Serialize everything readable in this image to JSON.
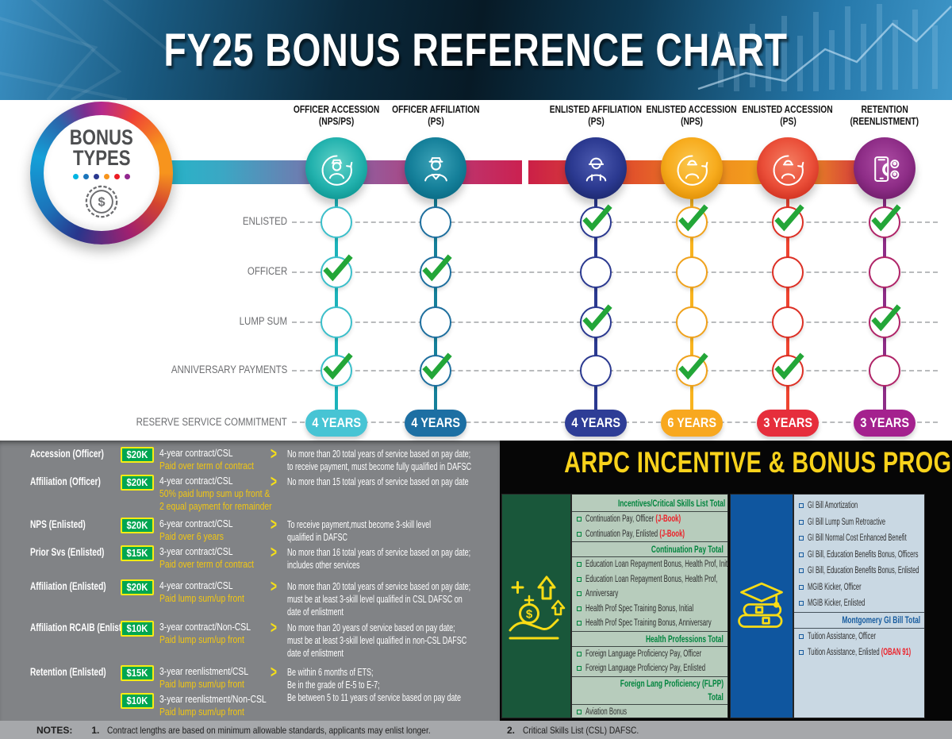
{
  "banner": {
    "title": "FY25 BONUS REFERENCE CHART"
  },
  "legend": {
    "line1": "BONUS",
    "line2": "TYPES",
    "dot_colors": [
      "#00b5e2",
      "#1b75bb",
      "#2b3990",
      "#f7941d",
      "#ec1c24",
      "#92278f"
    ]
  },
  "matrix": {
    "row_labels": [
      "ENLISTED",
      "OFFICER",
      "LUMP SUM",
      "ANNIVERSARY PAYMENTS",
      "RESERVE SERVICE COMMITMENT"
    ],
    "check_color": "#23a638",
    "columns": [
      {
        "key": "officer-accession-nps-ps",
        "title": [
          "OFFICER ACCESSION",
          "(NPS/PS)"
        ],
        "icon": "officer-cycle-icon",
        "commitment": "4 YEARS",
        "checks": [
          false,
          true,
          false,
          true
        ],
        "colors": {
          "main": "#23b2ae",
          "light": "#62d2c8",
          "dark": "#0f9894",
          "line": "#1cb3ba",
          "check": "#3bbfca",
          "pill": "#47c4d4"
        }
      },
      {
        "key": "officer-affiliation-ps",
        "title": [
          "OFFICER AFFILIATION",
          "(PS)"
        ],
        "icon": "officer-icon",
        "commitment": "4 YEARS",
        "checks": [
          false,
          true,
          false,
          true
        ],
        "colors": {
          "main": "#15809a",
          "light": "#3da3b8",
          "dark": "#0a6c86",
          "line": "#15809a",
          "check": "#1e6f9e",
          "pill": "#1d6fa3"
        }
      },
      {
        "key": "enlisted-affiliation-ps",
        "title": [
          "ENLISTED AFFILIATION",
          "(PS)"
        ],
        "icon": "enlisted-icon",
        "commitment": "4 YEARS",
        "checks": [
          true,
          false,
          true,
          false
        ],
        "colors": {
          "main": "#2b3990",
          "light": "#4d5bb0",
          "dark": "#1e2a70",
          "line": "#2b3990",
          "check": "#2b3990",
          "pill": "#2e3d96"
        }
      },
      {
        "key": "enlisted-accession-nps",
        "title": [
          "ENLISTED ACCESSION",
          "(NPS)"
        ],
        "icon": "enlisted-cycle-icon",
        "commitment": "6 YEARS",
        "checks": [
          true,
          false,
          false,
          true
        ],
        "colors": {
          "main": "#f7ab1d",
          "light": "#fbc84f",
          "dark": "#e19108",
          "line": "#f8b31f",
          "check": "#f0a21c",
          "pill": "#f8a81f"
        }
      },
      {
        "key": "enlisted-accession-ps",
        "title": [
          "ENLISTED ACCESSION",
          "(PS)"
        ],
        "icon": "enlisted-cycle-icon",
        "commitment": "3 YEARS",
        "checks": [
          true,
          false,
          false,
          true
        ],
        "colors": {
          "main": "#ea4e38",
          "light": "#f47f63",
          "dark": "#d23322",
          "line": "#ee4430",
          "check": "#dd2f24",
          "pill": "#e62e3c"
        }
      },
      {
        "key": "retention-reenlistment",
        "title": [
          "RETENTION",
          "(REENLISTMENT)"
        ],
        "icon": "phone-magnet-icon",
        "commitment": "3 YEARS",
        "checks": [
          true,
          false,
          true,
          false
        ],
        "colors": {
          "main": "#8e2d87",
          "light": "#ad4da4",
          "dark": "#731f6d",
          "line": "#8e2d87",
          "check": "#b02468",
          "pill": "#a4218e"
        }
      }
    ]
  },
  "programs": {
    "badge_bg": "#00a651",
    "badge_border": "#f7ec13",
    "accent_yellow": "#f2c712",
    "rows": [
      {
        "name": "Accession (Officer)",
        "entries": [
          {
            "amount": "$20K",
            "contract": "4-year contract/CSL",
            "payments": [
              "Paid over term of contract"
            ]
          }
        ],
        "note": [
          "No more than 20 total years of service based on pay date;",
          "to receive payment, must become fully qualified in DAFSC"
        ]
      },
      {
        "name": "Affiliation (Officer)",
        "entries": [
          {
            "amount": "$20K",
            "contract": "4-year contract/CSL",
            "payments": [
              "50% paid lump sum up front &",
              "2 equal payment for remainder"
            ]
          }
        ],
        "note": [
          "No more than 15 total years of service based on pay date"
        ]
      },
      {
        "name": "NPS (Enlisted)",
        "entries": [
          {
            "amount": "$20K",
            "contract": "6-year contract/CSL",
            "payments": [
              "Paid over 6 years"
            ]
          }
        ],
        "note": [
          "To receive payment,must become 3-skill level",
          "qualified in DAFSC"
        ]
      },
      {
        "name": "Prior Svs (Enlisted)",
        "entries": [
          {
            "amount": "$15K",
            "contract": "3-year contract/CSL",
            "payments": [
              "Paid over term of contract"
            ]
          }
        ],
        "note": [
          "No more than 16 total years of service based on pay date;",
          "includes other services"
        ]
      },
      {
        "name": "Affiliation (Enlisted)",
        "entries": [
          {
            "amount": "$20K",
            "contract": "4-year contract/CSL",
            "payments": [
              "Paid lump sum/up front"
            ]
          }
        ],
        "note": [
          "No more than 20 total years of service based on pay date;",
          "must be at least 3-skill level qualified in CSL DAFSC on",
          "date of enlistment"
        ]
      },
      {
        "name": "Affiliation RCAIB (Enlisted)",
        "entries": [
          {
            "amount": "$10K",
            "contract": "3-year contract/Non-CSL",
            "payments": [
              "Paid lump sum/up front"
            ]
          }
        ],
        "note": [
          "No more than 20 years of service based on pay date;",
          "must be at least 3-skill level qualified in non-CSL DAFSC",
          "date of enlistment"
        ]
      },
      {
        "name": "Retention (Enlisted)",
        "entries": [
          {
            "amount": "$15K",
            "contract": "3-year reenlistment/CSL",
            "payments": [
              "Paid lump sum/up front"
            ]
          },
          {
            "amount": "$10K",
            "contract": "3-year reenlistment/Non-CSL",
            "payments": [
              "Paid lump sum/up front"
            ]
          }
        ],
        "note": [
          "Be within 6 months of ETS;",
          "Be in the grade of E-5 to E-7;",
          "Be between 5 to 11 years of service based on pay date"
        ]
      }
    ]
  },
  "notes": {
    "label": "NOTES:",
    "items": [
      {
        "num": "1.",
        "text": "Contract lengths are based on minimum allowable standards, applicants may enlist longer."
      },
      {
        "num": "2.",
        "text": "Critical Skills List (CSL) DAFSC."
      }
    ]
  },
  "arpc": {
    "title": "ARPC INCENTIVE & BONUS PROGRAMS",
    "title_color": "#f8d21b",
    "red_accent": "#ed1c24",
    "incentives": {
      "header_color": "#00843d",
      "rows": [
        {
          "t": "h",
          "text": "Incentives/Critical Skills List Total"
        },
        {
          "t": "i",
          "text": "Continuation Pay, Officer",
          "suffix": "(J-Book)"
        },
        {
          "t": "i",
          "text": "Continuation Pay, Enlisted",
          "suffix": "(J-Book)"
        },
        {
          "t": "h",
          "text": "Continuation Pay Total"
        },
        {
          "t": "i",
          "text": "Education Loan Repayment Bonus, Health Prof, Initial"
        },
        {
          "t": "i",
          "text": "Education Loan Repayment Bonus, Health Prof,"
        },
        {
          "t": "i",
          "text": "Anniversary"
        },
        {
          "t": "i",
          "text": "Health Prof Spec Training Bonus, Initial"
        },
        {
          "t": "i",
          "text": "Health Prof Spec Training Bonus, Anniversary"
        },
        {
          "t": "h",
          "text": "Health Professions Total"
        },
        {
          "t": "i",
          "text": "Foreign Language Proficiency Pay, Officer"
        },
        {
          "t": "i",
          "text": "Foreign Language Proficiency Pay, Enlisted"
        },
        {
          "t": "h2",
          "text": "Foreign Lang Proficiency (FLPP)",
          "text2": "Total"
        },
        {
          "t": "i",
          "text": "Aviation Bonus"
        }
      ]
    },
    "gibill": {
      "header_color": "#155a9e",
      "rows": [
        {
          "t": "i",
          "text": "GI Bill Amortization"
        },
        {
          "t": "i",
          "text": "GI Bill Lump Sum Retroactive"
        },
        {
          "t": "i",
          "text": "GI Bill Normal Cost Enhanced Benefit"
        },
        {
          "t": "i",
          "text": "GI Bill, Education Benefits Bonus, Officers"
        },
        {
          "t": "i",
          "text": "GI Bill, Education Benefits Bonus, Enlisted"
        },
        {
          "t": "i",
          "text": "MGIB Kicker, Officer"
        },
        {
          "t": "i",
          "text": "MGIB Kicker, Enlisted"
        },
        {
          "t": "h",
          "text": "Montgomery GI Bill Total"
        },
        {
          "t": "i",
          "text": "Tuition Assistance, Officer"
        },
        {
          "t": "i",
          "text": "Tuition Assistance, Enlisted",
          "suffix": "(OBAN 91)"
        }
      ]
    }
  }
}
